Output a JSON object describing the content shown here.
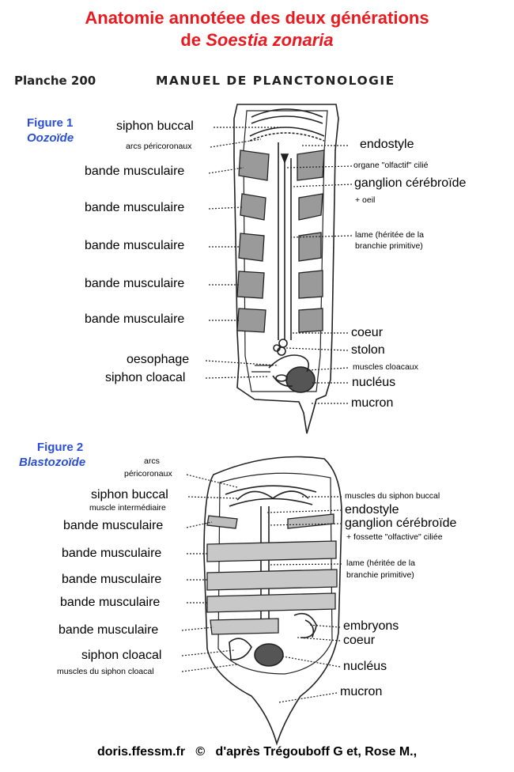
{
  "title": {
    "line1": "Anatomie annotéee des deux générations",
    "line2_prefix": "de ",
    "line2_species": "Soestia zonaria"
  },
  "scan": {
    "plate": "Planche 200",
    "book": "MANUEL DE PLANCTONOLOGIE"
  },
  "figure1": {
    "title": "Figure 1",
    "subtitle": "Oozoïde",
    "labels": {
      "siphon_buccal": "siphon buccal",
      "arcs_pericoronaux": "arcs péricoronaux",
      "endostyle": "endostyle",
      "organe_olfactif": "organe \"olfactif\" cilié",
      "ganglion": "ganglion cérébroïde",
      "oeil": "+ oeil",
      "lame1": "lame (héritée de la",
      "lame2": "branchie primitive)",
      "bande": "bande musculaire",
      "coeur": "coeur",
      "stolon": "stolon",
      "oesophage": "oesophage",
      "muscles_cloacaux": "muscles cloacaux",
      "siphon_cloacal": "siphon cloacal",
      "nucleus": "nucléus",
      "mucron": "mucron"
    }
  },
  "figure2": {
    "title": "Figure 2",
    "subtitle": "Blastozoïde",
    "labels": {
      "arcs1": "arcs",
      "arcs2": "péricoronaux",
      "siphon_buccal": "siphon buccal",
      "muscle_intermediaire": "muscle intermédiaire",
      "muscles_siphon_buccal": "muscles du siphon buccal",
      "endostyle": "endostyle",
      "ganglion": "ganglion cérébroïde",
      "fossette": "+ fossette \"olfactive\" ciliée",
      "bande": "bande musculaire",
      "lame1": "lame (héritée de la",
      "lame2": "branchie primitive)",
      "embryons": "embryons",
      "coeur": "coeur",
      "siphon_cloacal": "siphon cloacal",
      "muscles_siphon_cloacal": "muscles du siphon cloacal",
      "nucleus": "nucléus",
      "mucron": "mucron"
    }
  },
  "footer": "doris.ffessm.fr   ©   d'après Trégouboff G et, Rose M.,",
  "colors": {
    "title": "#e8191f",
    "figure_tag": "#2a4fd6"
  }
}
